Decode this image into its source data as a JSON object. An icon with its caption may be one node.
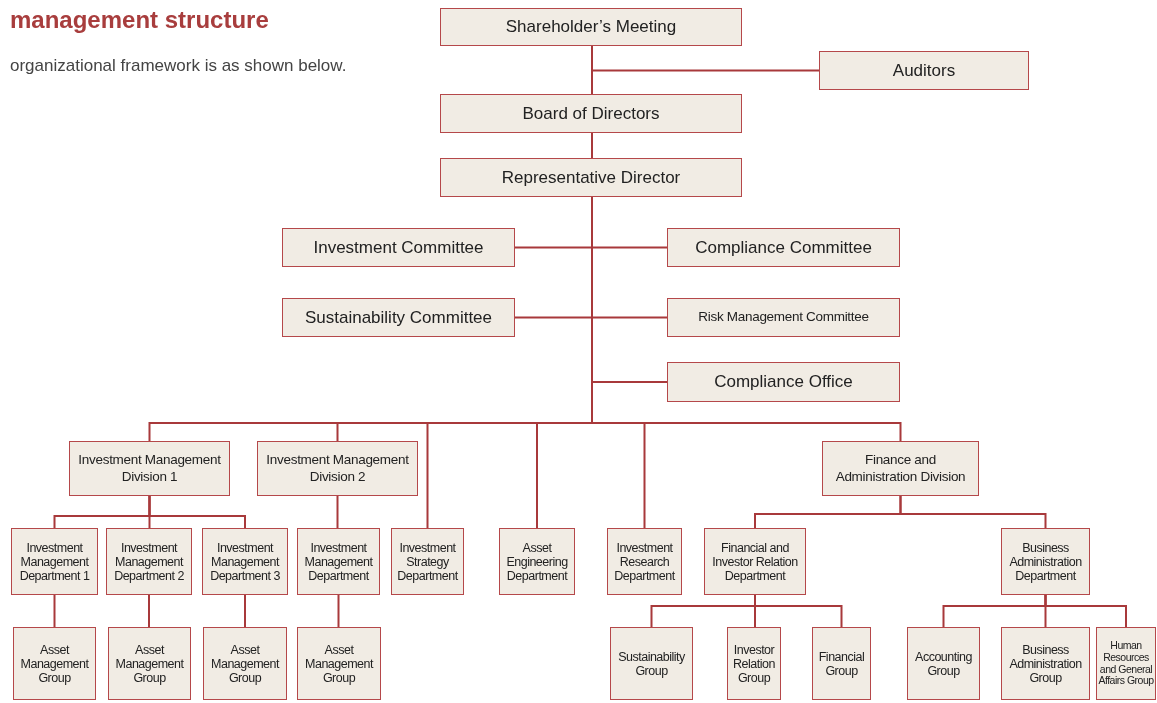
{
  "diagram": {
    "title": "management structure",
    "nodes": [
      {
        "text": [
          "Shareholder’s Meeting"
        ]
      },
      {
        "text": [
          "Auditors"
        ]
      },
      {
        "text": [
          "Board of Directors"
        ]
      },
      {
        "text": [
          "Representative Director"
        ]
      },
      {
        "text": [
          "Investment Committee"
        ]
      },
      {
        "text": [
          "Compliance Committee"
        ]
      },
      {
        "text": [
          "Sustainability Committee"
        ]
      },
      {
        "text": [
          "Risk Management Committee"
        ]
      },
      {
        "text": [
          "Compliance Office"
        ]
      },
      {
        "text": [
          "Investment Management Division 1"
        ]
      },
      {
        "text": [
          "Investment Management Division 2"
        ]
      },
      {
        "text": [
          "Investment Strategy Department"
        ]
      },
      {
        "text": [
          "Asset Engineering Department"
        ]
      },
      {
        "text": [
          "Investment Research Department"
        ]
      },
      {
        "text": [
          "Finance and Administration Division"
        ]
      },
      {
        "text": [
          "Investment Management Department 1"
        ]
      },
      {
        "text": [
          "Investment Management Department 2"
        ]
      },
      {
        "text": [
          "Investment Management Department 3"
        ]
      },
      {
        "text": [
          "Investment Management Department"
        ]
      },
      {
        "text": [
          "Asset Management Group"
        ]
      },
      {
        "text": [
          "Asset Management Group"
        ]
      },
      {
        "text": [
          "Asset Management Group"
        ]
      },
      {
        "text": [
          "Asset Management Group"
        ]
      },
      {
        "text": [
          "Financial and Investor Relation Department"
        ]
      },
      {
        "text": [
          "Business Administration Department"
        ]
      },
      {
        "text": [
          "Sustainability Group"
        ]
      },
      {
        "text": [
          "Investor Relation Group"
        ]
      },
      {
        "text": [
          "Financial Group"
        ]
      },
      {
        "text": [
          "Accounting Group"
        ]
      },
      {
        "text": [
          "Business Administration Group"
        ]
      },
      {
        "text": [
          "Human Resources and General Affairs Group"
        ]
      }
    ],
    "edges": [
      {
        "from": 0,
        "to": 1,
        "arrow": "none"
      },
      {
        "from": 0,
        "to": 2,
        "arrow": "none"
      },
      {
        "from": 2,
        "to": 3,
        "arrow": "none"
      },
      {
        "from": 3,
        "to": 4,
        "arrow": "none"
      },
      {
        "from": 3,
        "to": 5,
        "arrow": "none"
      },
      {
        "from": 3,
        "to": 6,
        "arrow": "none"
      },
      {
        "from": 3,
        "to": 7,
        "arrow": "none"
      },
      {
        "from": 3,
        "to": 8,
        "arrow": "none"
      },
      {
        "from": 3,
        "to": 9,
        "arrow": "none"
      },
      {
        "from": 3,
        "to": 10,
        "arrow": "none"
      },
      {
        "from": 3,
        "to": 11,
        "arrow": "none"
      },
      {
        "from": 3,
        "to": 12,
        "arrow": "none"
      },
      {
        "from": 3,
        "to": 13,
        "arrow": "none"
      },
      {
        "from": 3,
        "to": 14,
        "arrow": "none"
      },
      {
        "from": 9,
        "to": 15,
        "arrow": "none"
      },
      {
        "from": 9,
        "to": 16,
        "arrow": "none"
      },
      {
        "from": 9,
        "to": 17,
        "arrow": "none"
      },
      {
        "from": 10,
        "to": 18,
        "arrow": "none"
      },
      {
        "from": 15,
        "to": 19,
        "arrow": "none"
      },
      {
        "from": 16,
        "to": 20,
        "arrow": "none"
      },
      {
        "from": 17,
        "to": 21,
        "arrow": "none"
      },
      {
        "from": 18,
        "to": 22,
        "arrow": "none"
      },
      {
        "from": 14,
        "to": 23,
        "arrow": "none"
      },
      {
        "from": 14,
        "to": 24,
        "arrow": "none"
      },
      {
        "from": 23,
        "to": 25,
        "arrow": "none"
      },
      {
        "from": 23,
        "to": 26,
        "arrow": "none"
      },
      {
        "from": 23,
        "to": 27,
        "arrow": "none"
      },
      {
        "from": 24,
        "to": 28,
        "arrow": "none"
      },
      {
        "from": 24,
        "to": 29,
        "arrow": "none"
      },
      {
        "from": 24,
        "to": 30,
        "arrow": "none"
      }
    ],
    "labels": [
      "organizational framework is as shown below."
    ]
  }
}
